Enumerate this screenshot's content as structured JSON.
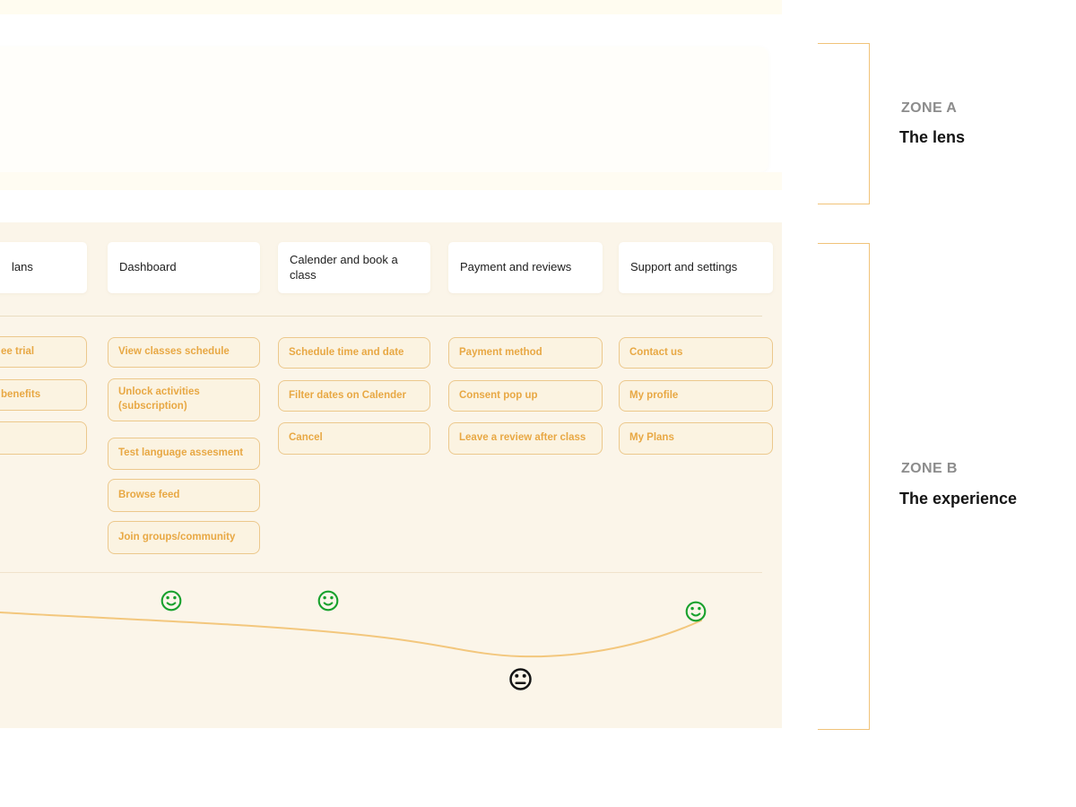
{
  "zones": {
    "a": {
      "label": "ZONE A",
      "title": "The lens"
    },
    "b": {
      "label": "ZONE B",
      "title": "The experience"
    }
  },
  "journey": {
    "columns": [
      {
        "header": "lans",
        "buttons": [
          "ee trial",
          "benefits",
          ""
        ]
      },
      {
        "header": "Dashboard",
        "buttons": [
          "View classes schedule",
          "Unlock activities (subscription)",
          "Test language assesment",
          "Browse feed",
          "Join groups/community"
        ]
      },
      {
        "header": "Calender and book a class",
        "buttons": [
          "Schedule time and date",
          "Filter dates on Calender",
          "Cancel"
        ]
      },
      {
        "header": "Payment and reviews",
        "buttons": [
          "Payment method",
          "Consent pop up",
          "Leave a review after class"
        ]
      },
      {
        "header": "Support and settings",
        "buttons": [
          "Contact us",
          "My profile",
          "My Plans"
        ]
      }
    ],
    "emotions": [
      "happy",
      "happy",
      "neutral",
      "happy"
    ]
  },
  "colors": {
    "accent_orange": "#E8A844",
    "button_bg": "#FBF3E1",
    "button_border": "#ECC88C",
    "panel_cream": "#FBF5E9",
    "happy_green": "#18A12D",
    "neutral_black": "#151515",
    "curve_orange": "#F3C77D",
    "bracket_orange": "#F1C379",
    "zone_label_gray": "#8C8C8C"
  }
}
